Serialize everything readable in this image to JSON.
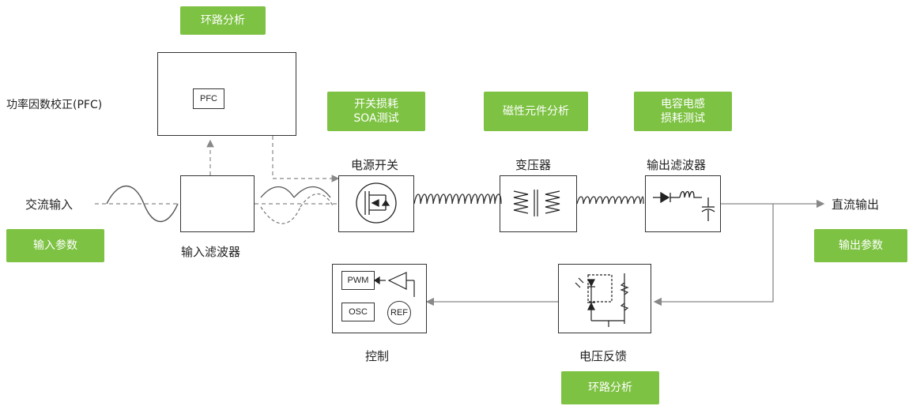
{
  "tags": {
    "loop_analysis_top": "环路分析",
    "switch_loss": [
      "开关损耗",
      "SOA测试"
    ],
    "magnetic": "磁性元件分析",
    "cap_ind": [
      "电容电感",
      "损耗测试"
    ],
    "input_params": "输入参数",
    "output_params": "输出参数",
    "loop_analysis_bottom": "环路分析"
  },
  "labels": {
    "pfc": "功率因数校正(PFC)",
    "ac_input": "交流输入",
    "input_filter": "输入滤波器",
    "power_switch": "电源开关",
    "transformer": "变压器",
    "output_filter": "输出滤波器",
    "dc_output": "直流输出",
    "control": "控制",
    "voltage_feedback": "电压反馈"
  },
  "chips": {
    "pfc": "PFC",
    "pwm": "PWM",
    "osc": "OSC",
    "ref": "REF"
  },
  "colors": {
    "accent": "#7dc242",
    "line": "#333333",
    "arrow": "#888888"
  }
}
